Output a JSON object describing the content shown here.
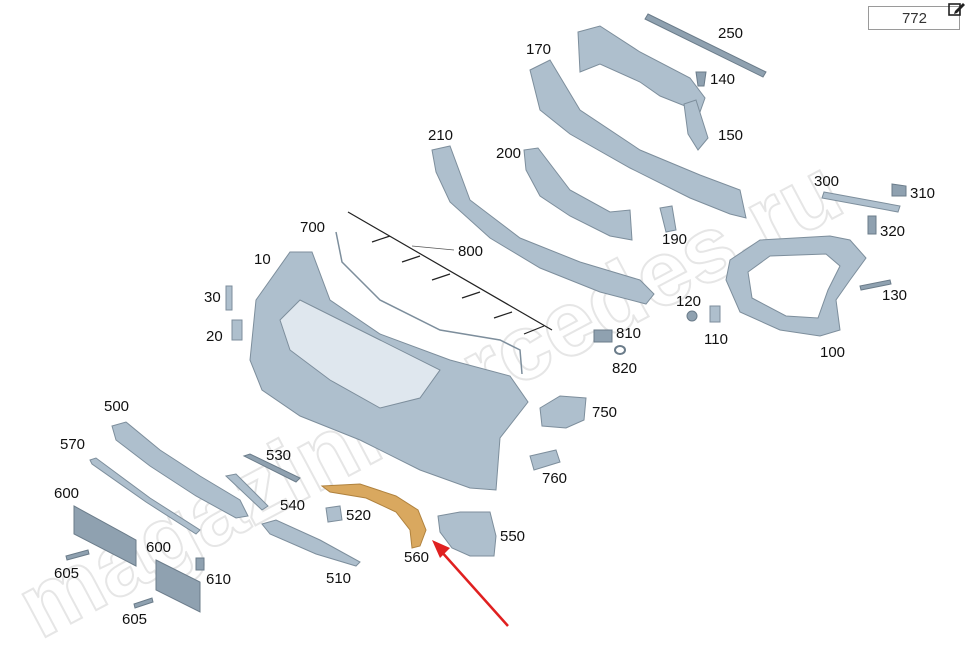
{
  "header": {
    "page_number": "772",
    "edit_icon": "edit-pencil-icon"
  },
  "watermark": "magazinmercedes.ru",
  "colors": {
    "part": "#aebfcd",
    "highlight_part": "#d9a85f",
    "arrow": "#e02020"
  },
  "highlighted_part": "560",
  "callouts": {
    "c10": "10",
    "c20": "20",
    "c30": "30",
    "c100": "100",
    "c110": "110",
    "c120": "120",
    "c130": "130",
    "c140": "140",
    "c150": "150",
    "c170": "170",
    "c190": "190",
    "c200": "200",
    "c210": "210",
    "c250": "250",
    "c300": "300",
    "c310": "310",
    "c320": "320",
    "c500": "500",
    "c510": "510",
    "c520": "520",
    "c530": "530",
    "c540": "540",
    "c550": "550",
    "c560": "560",
    "c570": "570",
    "c600a": "600",
    "c600b": "600",
    "c605a": "605",
    "c605b": "605",
    "c610": "610",
    "c700": "700",
    "c750": "750",
    "c760": "760",
    "c800": "800",
    "c810": "810",
    "c820": "820"
  }
}
